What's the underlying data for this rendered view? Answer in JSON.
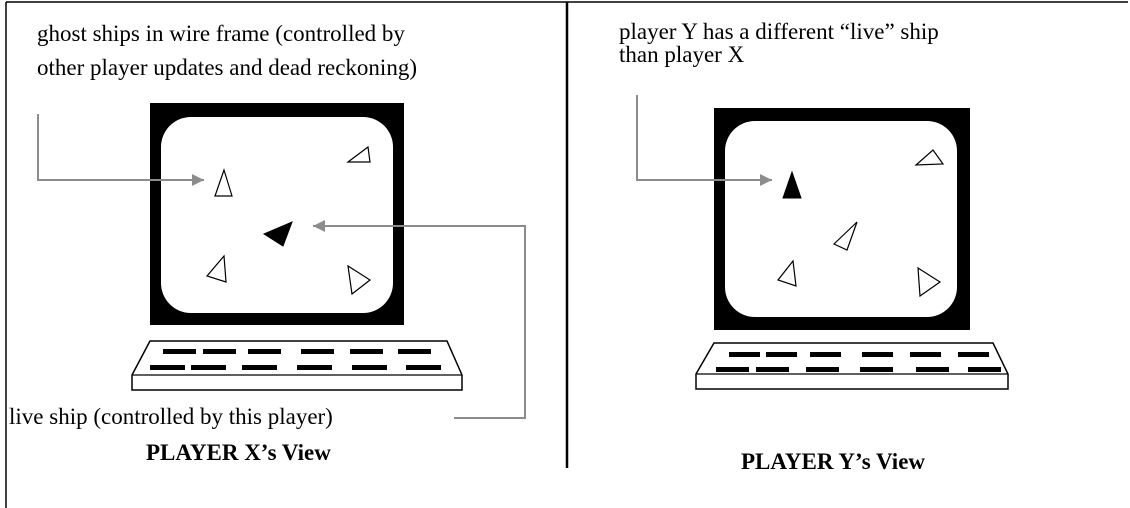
{
  "left_panel": {
    "annotation_ghost": [
      "ghost ships in wire frame (controlled by",
      "other player updates and dead reckoning)"
    ],
    "annotation_live": "live ship (controlled by this player)",
    "caption": "PLAYER X’s View"
  },
  "right_panel": {
    "annotation": [
      "player Y has a different “live” ship",
      "than player X"
    ],
    "caption": "PLAYER Y’s View"
  },
  "colors": {
    "ink": "#000000",
    "arrow": "#8c8c8c",
    "paper": "#ffffff"
  }
}
